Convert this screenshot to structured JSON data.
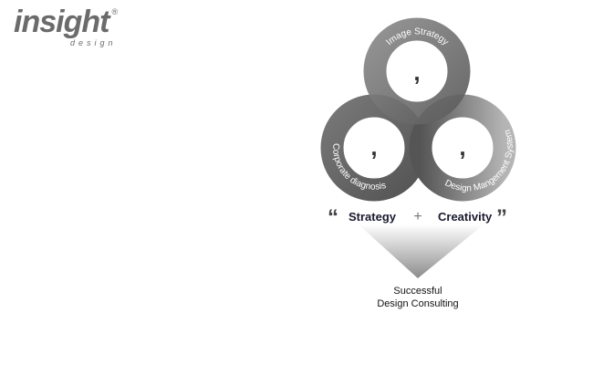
{
  "logo": {
    "main": "insight",
    "sub": "design",
    "reg": "®"
  },
  "diagram": {
    "top_ring": "Image Strategy",
    "left_ring": "Corporate diagnosis",
    "right_ring": "Design Mangement System",
    "comma": ",",
    "open_quote": "“",
    "close_quote": "”",
    "left_label": "Strategy",
    "plus": "+",
    "right_label": "Creativity",
    "result_line1": "Successful",
    "result_line2": "Design Consulting"
  },
  "colors": {
    "ring_dark": "#6e6e6e",
    "ring_light": "#a9a9a9",
    "label": "#1a1a2e"
  }
}
